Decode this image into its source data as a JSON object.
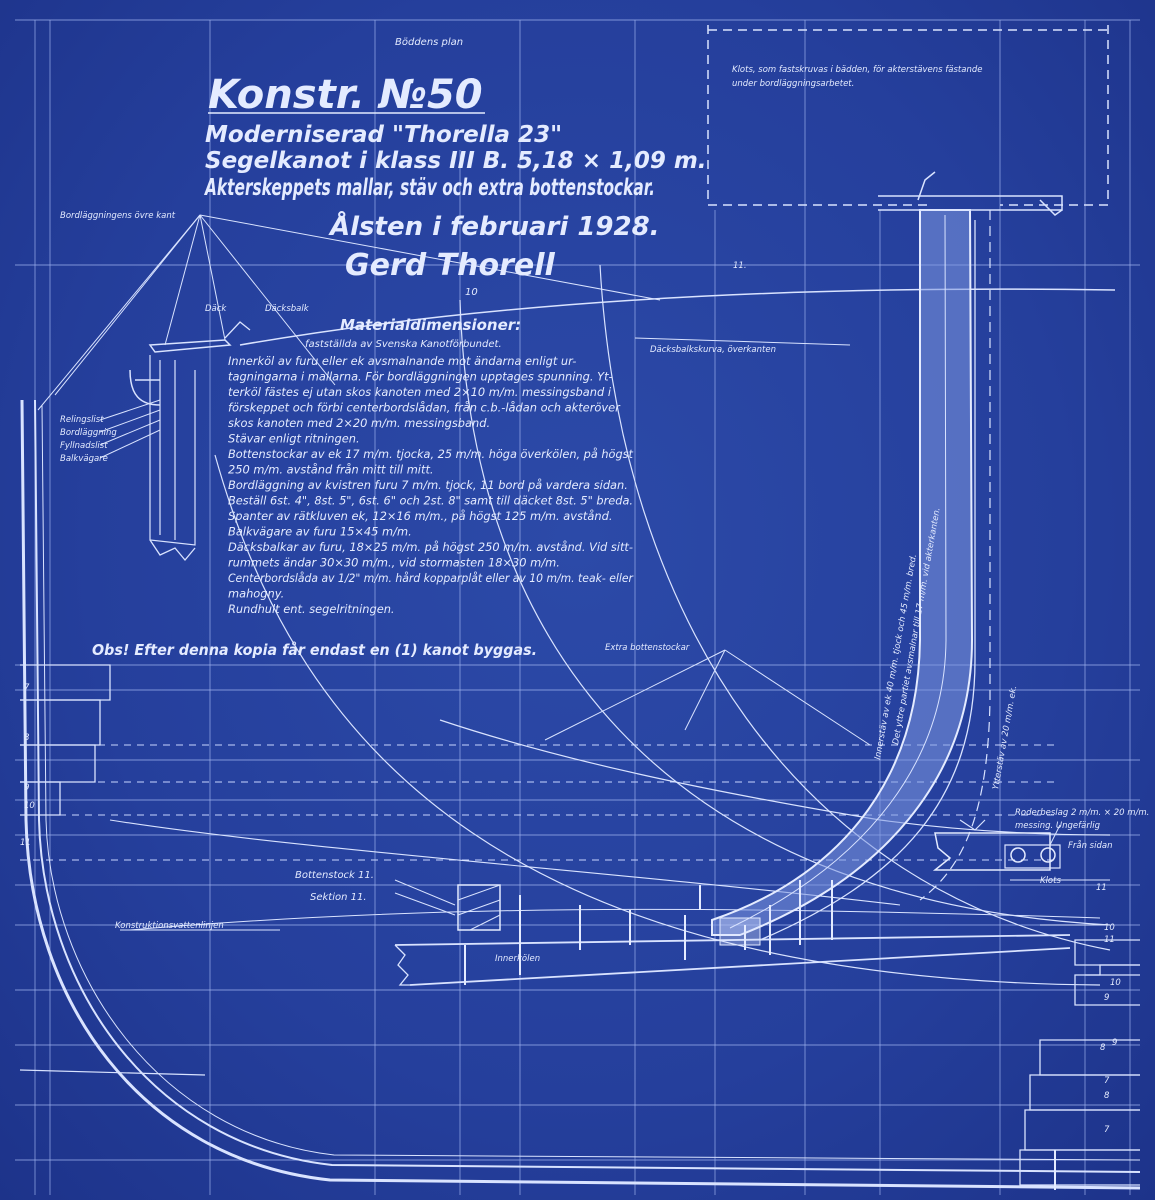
{
  "plan_label": "Böddens plan",
  "title": {
    "main": "Konstr. №50",
    "line1": "Moderniserad \"Thorella 23\"",
    "line2": "Segelkanot i klass III B. 5,18 × 1,09 m.",
    "line3": "Akterskeppets mallar, stäv och extra bottenstockar.",
    "date": "Ålsten i februari 1928.",
    "signature": "Gerd Thorell"
  },
  "klots_note": [
    "Klots, som fastskruvas i bädden, för akterstävens fästande",
    "under bordläggningsarbetet."
  ],
  "materials": {
    "heading": "Materialdimensioner:",
    "subheading": "fastställda av Svenska Kanotförbundet.",
    "lines": [
      "Innerköl av furu eller ek avsmalnande mot ändarna enligt ur-",
      "tagningarna i mallarna. För bordläggningen upptages spunning. Yt-",
      "terköl fästes ej utan skos kanoten med 2×10 m/m. messingsband i",
      "förskeppet och förbi centerbordslådan, från c.b.-lådan och akteröver",
      "skos kanoten med 2×20 m/m. messingsband.",
      "Stävar enligt ritningen.",
      "Bottenstockar av ek 17 m/m. tjocka, 25 m/m. höga överkölen, på högst",
      "250 m/m. avstånd från mitt till mitt.",
      "Bordläggning av kvistren furu 7 m/m. tjock, 11 bord på vardera sidan.",
      "Beställ 6st. 4\", 8st. 5\", 6st. 6\" och 2st. 8\" samt till däcket 8st. 5\" breda.",
      "Spanter av rätkluven ek, 12×16 m/m., på högst 125 m/m. avstånd.",
      "Balkvägare av furu 15×45 m/m.",
      "Däcksbalkar av furu, 18×25 m/m. på högst 250 m/m. avstånd. Vid sitt-",
      "rummets ändar 30×30 m/m., vid stormasten 18×30 m/m.",
      "Centerbordslåda av 1/2\" m/m. hård kopparplåt eller av 10 m/m. teak- eller",
      "mahogny.",
      "Rundhult ent. segelritningen."
    ]
  },
  "obs_note": "Obs! Efter denna kopia får endast en (1) kanot byggas.",
  "labels": {
    "bord_overkant": "Bordläggningens övre kant",
    "dack": "Däck",
    "dacksbalk": "Däcksbalk",
    "relingslist": "Relingslist",
    "bordlaggning": "Bordläggning",
    "fyllnadslist": "Fyllnadslist",
    "balkvagare": "Balkvägare",
    "dacksbalkskurva": "Däcksbalkskurva, överkanten",
    "extra_bottenstockar": "Extra bottenstockar",
    "bottenstock": "Bottenstock 11.",
    "sektion": "Sektion 11.",
    "konstruktionsvattenlinjen": "Konstruktionsvattenlinjen",
    "innerkolen": "Innerkölen",
    "stav_note1": "Innerstäv av ek 40 m/m. tjock och 45 m/m. bred.",
    "stav_note2": "Det yttre partiet avsmalnar till 17 m/m. vid akterkanten.",
    "ytterstav": "Ytterstäv av 20 m/m. ek.",
    "roderbeslag": "Roderbeslag 2 m/m. × 20 m/m.",
    "roderbeslag2": "messing. Ungefärlig",
    "fran_sidan": "Från sidan",
    "klots_small": "Klots",
    "ten": "10"
  },
  "section_numbers": {
    "left": [
      "7",
      "8",
      "9",
      "10",
      "11"
    ],
    "right_top": [
      "11.",
      "11",
      "10",
      "11"
    ],
    "right_bottom": [
      "10",
      "9",
      "8",
      "9",
      "7",
      "8",
      "7"
    ]
  }
}
